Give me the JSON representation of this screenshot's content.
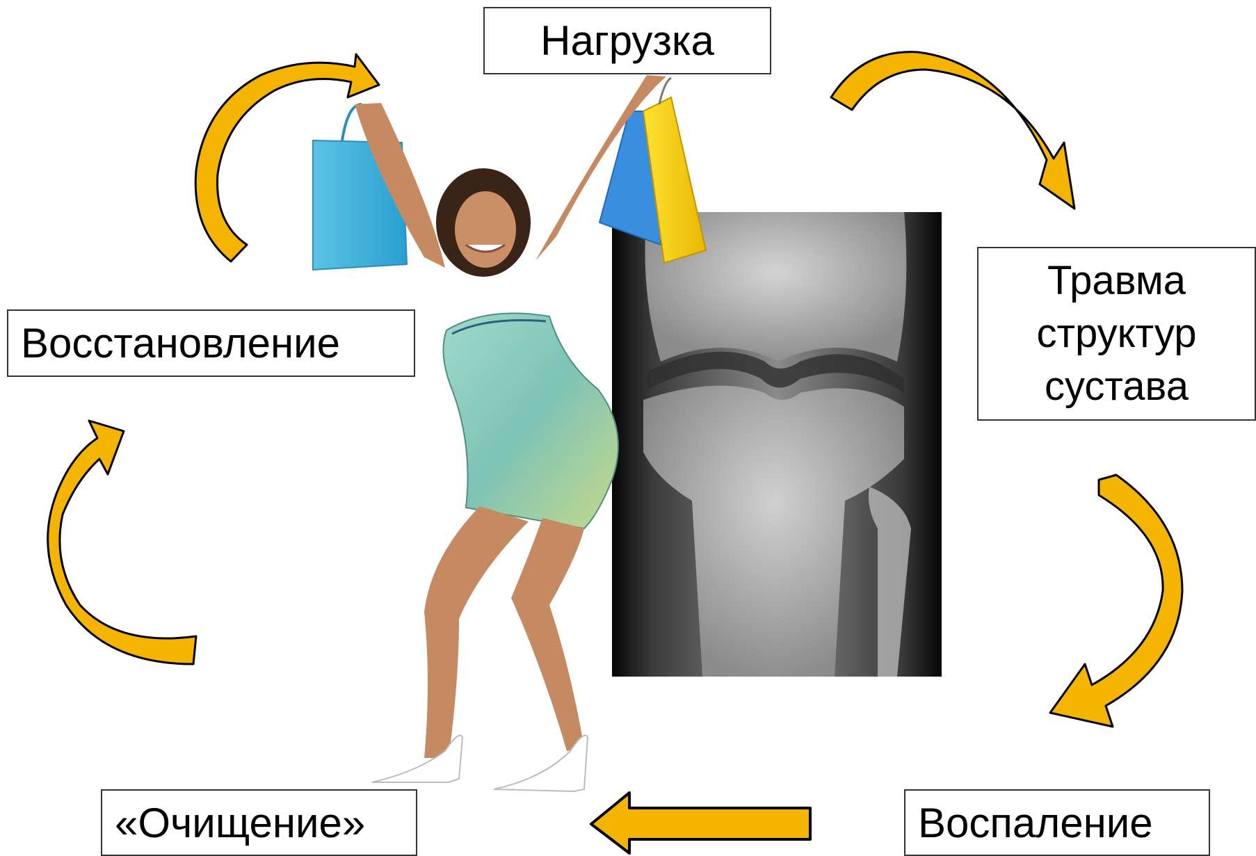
{
  "diagram": {
    "nodes": {
      "load": "Нагрузка",
      "injury": [
        "Травма",
        "структур",
        "сустава"
      ],
      "inflammation": "Воспаление",
      "cleansing": "«Очищение»",
      "recovery": "Восстановление"
    },
    "colors": {
      "arrow_fill": "#f4b400",
      "arrow_outline": "#000000",
      "box_border": "#333333"
    }
  },
  "images": {
    "woman": "woman-with-shopping-bags",
    "xray": "knee-xray"
  }
}
